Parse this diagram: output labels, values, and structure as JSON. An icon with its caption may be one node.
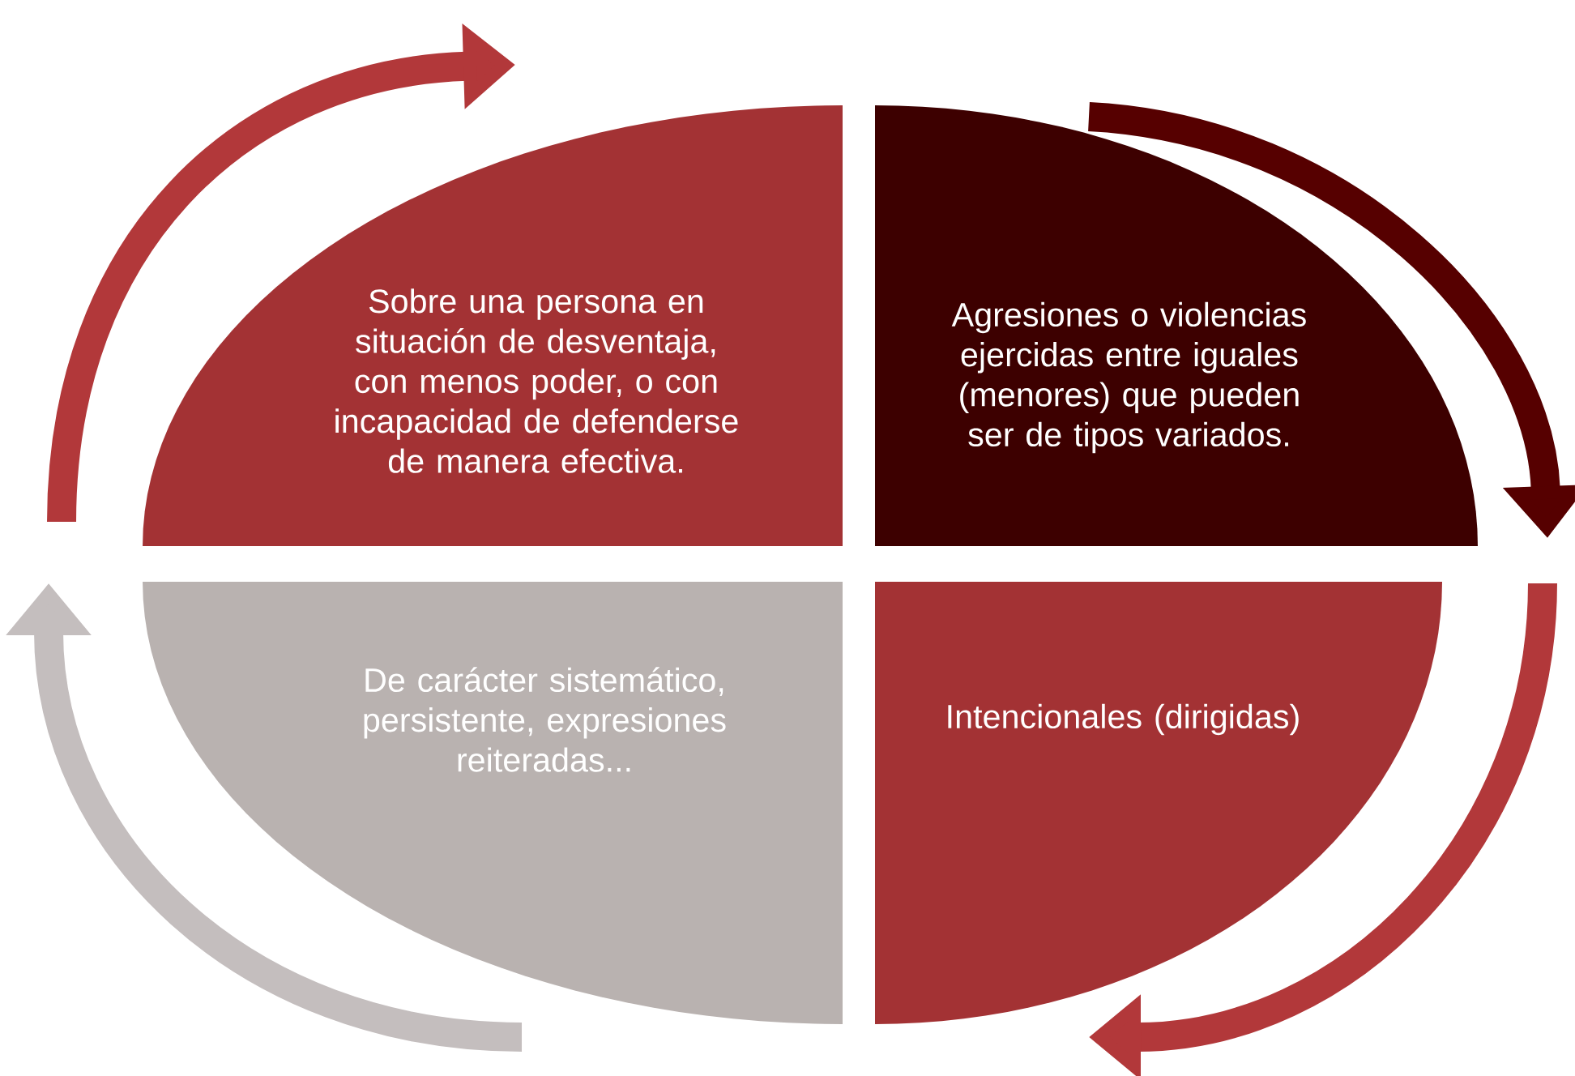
{
  "diagram": {
    "nodes": [
      {
        "text": [
          "Sobre una persona en situación de desventaja, con menos poder, o con incapacidad de defenderse de manera efectiva."
        ]
      },
      {
        "text": [
          "Agresiones o violencias ejercidas entre iguales (menores) que pueden ser de tipos variados."
        ]
      },
      {
        "text": [
          "De carácter sistemático, persistente, expresiones reiteradas..."
        ]
      },
      {
        "text": [
          "Intencionales (dirigidas)"
        ]
      }
    ]
  }
}
